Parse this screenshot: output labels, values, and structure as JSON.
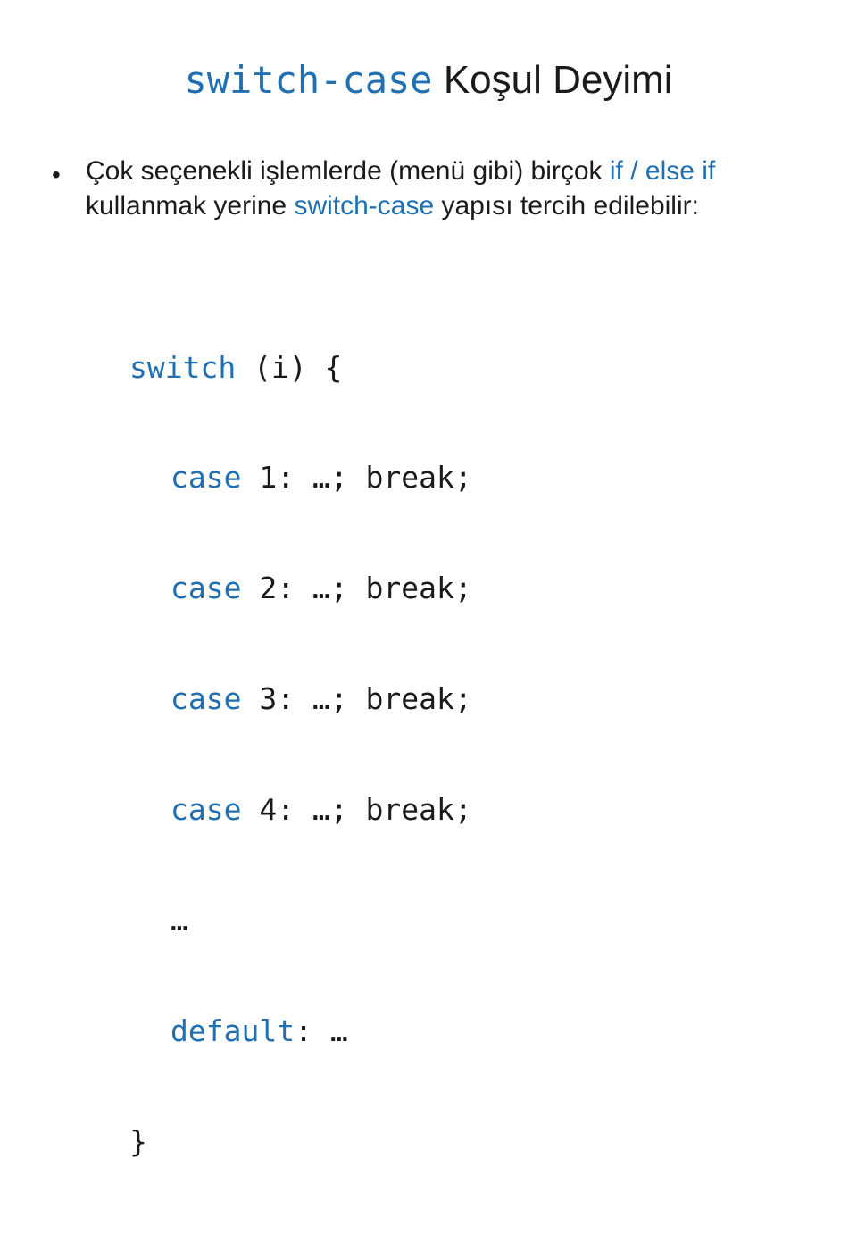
{
  "slide": {
    "title": {
      "keyword": "switch-case",
      "rest": " Koşul Deyimi"
    },
    "bullet": {
      "marker": "•",
      "segments": [
        {
          "text": "Çok seçenekli işlemlerde (menü gibi) birçok ",
          "style": "normal"
        },
        {
          "text": "if / else if",
          "style": "keyword"
        },
        {
          "text": " kullanmak yerine ",
          "style": "normal"
        },
        {
          "text": "switch-case",
          "style": "keyword"
        },
        {
          "text": " yapısı tercih edilebilir:",
          "style": "normal"
        }
      ]
    },
    "code": {
      "line1": {
        "keyword": "switch",
        "rest": " (i) {"
      },
      "case1": {
        "keyword": "case",
        "rest": " 1: …; break;"
      },
      "case2": {
        "keyword": "case",
        "rest": " 2: …; break;"
      },
      "case3": {
        "keyword": "case",
        "rest": " 3: …; break;"
      },
      "case4": {
        "keyword": "case",
        "rest": " 4: …; break;"
      },
      "ellipsis": "…",
      "default": {
        "keyword": "default",
        "rest": ": …"
      },
      "closing": "}"
    },
    "colors": {
      "keyword": "#1f6fb2",
      "text": "#1a1a1a",
      "background": "#ffffff"
    }
  }
}
